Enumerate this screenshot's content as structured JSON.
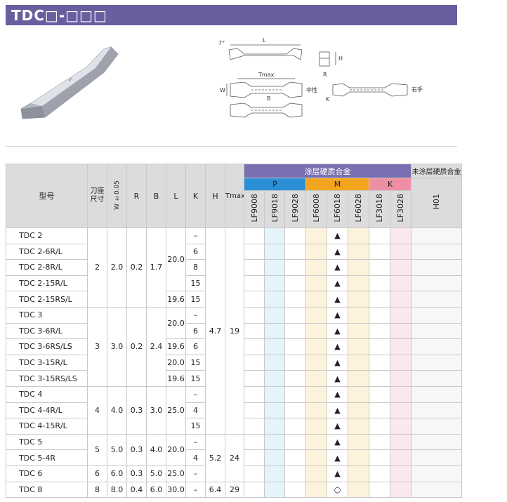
{
  "title": "TDC□-□□□",
  "diagram": {
    "angle": "7°",
    "L": "L",
    "H": "H",
    "Tmax": "Tmax",
    "W": "W",
    "B": "B",
    "R": "R",
    "K": "K",
    "neutral": "中性",
    "right": "右手"
  },
  "header": {
    "model": "型号",
    "seat": "刀座尺寸",
    "w": "W ±0.05",
    "r": "R",
    "b": "B",
    "l": "L",
    "k": "K",
    "h": "H",
    "tmax": "Tmax",
    "coated": "涂层硬质合金",
    "uncoated": "未涂层硬质合金",
    "p": "P",
    "m": "M",
    "k_group": "K",
    "grades": [
      "LF9008",
      "LF9018",
      "LF9028",
      "LF6008",
      "LF6018",
      "LF6028",
      "LF3018",
      "LF3028"
    ],
    "h01": "H01"
  },
  "rows": [
    {
      "model": "TDC 2",
      "k": "–",
      "mark": "▲"
    },
    {
      "model": "TDC 2-6R/L",
      "k": "6",
      "mark": "▲"
    },
    {
      "model": "TDC 2-8R/L",
      "k": "8",
      "mark": "▲"
    },
    {
      "model": "TDC 2-15R/L",
      "k": "15",
      "mark": "▲"
    },
    {
      "model": "TDC 2-15RS/L",
      "k": "15",
      "mark": "▲"
    },
    {
      "model": "TDC 3",
      "k": "–",
      "mark": "▲"
    },
    {
      "model": "TDC 3-6R/L",
      "k": "6",
      "mark": "▲"
    },
    {
      "model": "TDC 3-6RS/LS",
      "k": "6",
      "mark": "▲"
    },
    {
      "model": "TDC 3-15R/L",
      "k": "15",
      "mark": "▲"
    },
    {
      "model": "TDC 3-15RS/LS",
      "k": "15",
      "mark": "▲"
    },
    {
      "model": "TDC 4",
      "k": "–",
      "mark": "▲"
    },
    {
      "model": "TDC 4-4R/L",
      "k": "4",
      "mark": "▲"
    },
    {
      "model": "TDC 4-15R/L",
      "k": "15",
      "mark": "▲"
    },
    {
      "model": "TDC 5",
      "k": "–",
      "mark": "▲"
    },
    {
      "model": "TDC 5-4R",
      "k": "4",
      "mark": "▲"
    },
    {
      "model": "TDC 6",
      "k": "–",
      "mark": "▲"
    },
    {
      "model": "TDC 8",
      "k": "–",
      "mark": "○"
    }
  ],
  "groups": {
    "g2": {
      "seat": "2",
      "w": "2.0",
      "r": "0.2",
      "b": "1.7",
      "l_a": "20.0",
      "l_b": "19.6"
    },
    "g3": {
      "seat": "3",
      "w": "3.0",
      "r": "0.2",
      "b": "2.4",
      "l_a": "20.0",
      "l_b": "19.6",
      "l_c": "20.0",
      "l_d": "19.6"
    },
    "g4": {
      "seat": "4",
      "w": "4.0",
      "r": "0.3",
      "b": "3.0",
      "l": "25.0"
    },
    "g5": {
      "seat": "5",
      "w": "5.0",
      "r": "0.3",
      "b": "4.0",
      "l": "20.0"
    },
    "g6": {
      "seat": "6",
      "w": "6.0",
      "r": "0.3",
      "b": "5.0",
      "l": "25.0"
    },
    "g8": {
      "seat": "8",
      "w": "8.0",
      "r": "0.4",
      "b": "6.0",
      "l": "30.0"
    },
    "h_a": "4.7",
    "tmax_a": "19",
    "h_b": "5.2",
    "tmax_b": "24",
    "h_c": "6.4",
    "tmax_c": "29"
  }
}
